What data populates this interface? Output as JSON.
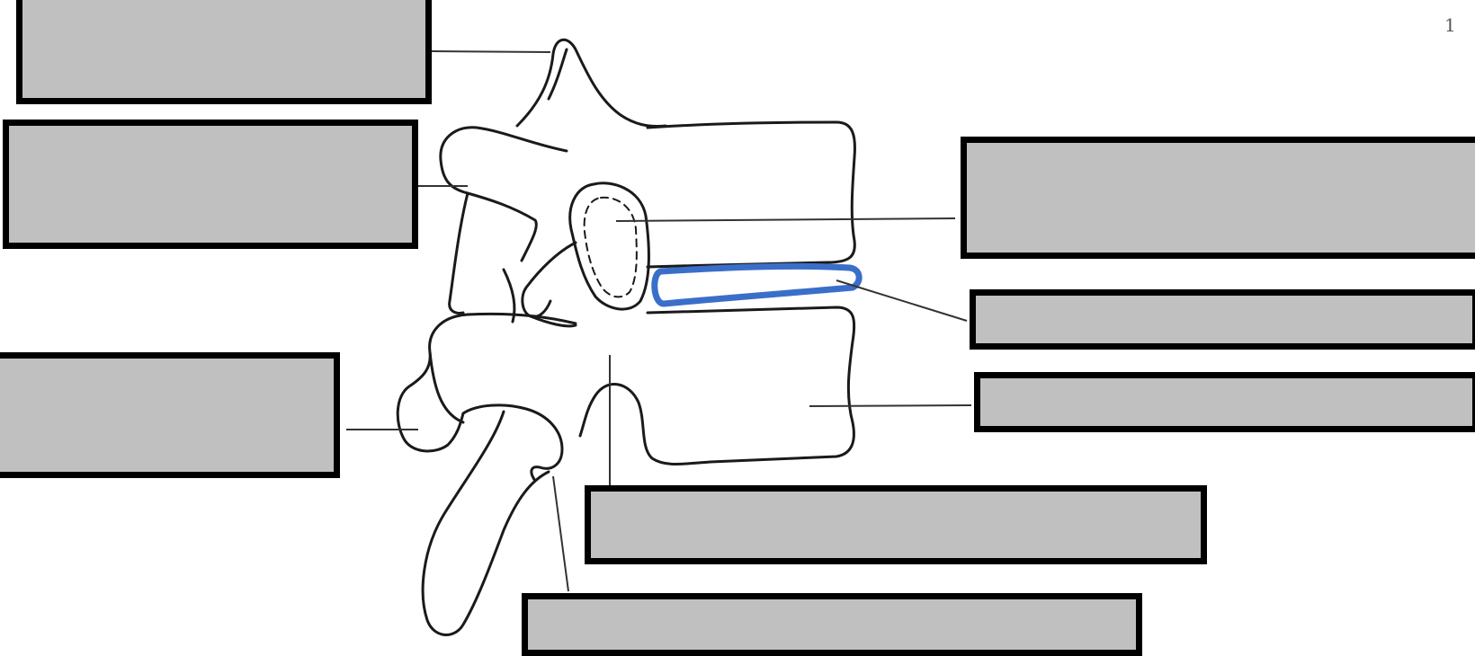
{
  "corner_mark": "1",
  "colors": {
    "outline": "#1a1a1a",
    "box_fill": "#c0c0c0",
    "box_border": "#000000",
    "disc": "#3a6fc9"
  },
  "labels": [
    {
      "id": "box-1",
      "text": ""
    },
    {
      "id": "box-2",
      "text": ""
    },
    {
      "id": "box-3",
      "text": ""
    },
    {
      "id": "box-4",
      "text": ""
    },
    {
      "id": "box-5",
      "text": ""
    },
    {
      "id": "box-6",
      "text": ""
    },
    {
      "id": "box-7",
      "text": ""
    },
    {
      "id": "box-8",
      "text": ""
    }
  ]
}
